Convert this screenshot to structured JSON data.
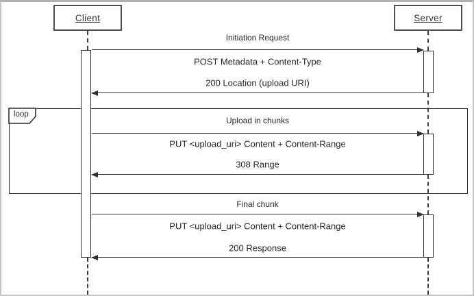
{
  "diagram_type": "uml-sequence-diagram",
  "actors": {
    "client": "Client",
    "server": "Server"
  },
  "fragment": {
    "label": "loop"
  },
  "flows": {
    "initiation": {
      "title": "Initiation Request",
      "request": "POST Metadata + Content-Type",
      "request_direction": "client-to-server",
      "response": "200 Location (upload URI)",
      "response_direction": "server-to-client"
    },
    "chunk_loop": {
      "title": "Upload in chunks",
      "request": "PUT <upload_uri> Content + Content-Range",
      "request_direction": "client-to-server",
      "response": "308 Range",
      "response_direction": "server-to-client"
    },
    "final": {
      "title": "Final chunk",
      "request": "PUT <upload_uri> Content + Content-Range",
      "request_direction": "client-to-server",
      "response": "200 Response",
      "response_direction": "server-to-client"
    }
  },
  "colors": {
    "line": "#2f2f2f",
    "text": "#262626",
    "actor_border": "#4d4d4d",
    "frame_border": "#c4c4c4",
    "background": "#ffffff"
  }
}
